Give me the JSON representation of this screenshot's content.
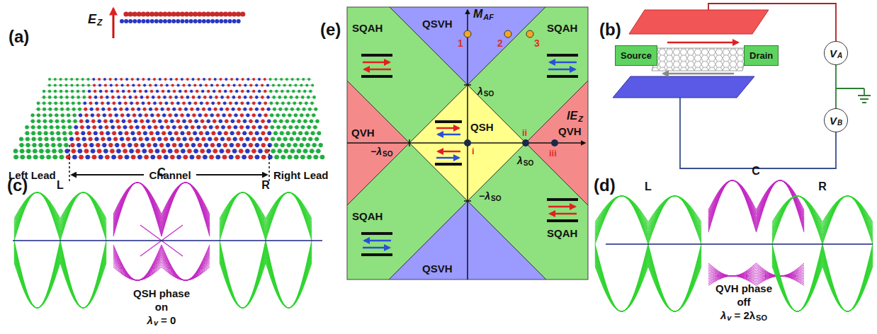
{
  "diagram": {
    "nodes": [
      {
        "text": [
          "Source"
        ]
      },
      {
        "text": [
          "Drain"
        ]
      },
      {
        "text": [
          "V",
          "A"
        ]
      },
      {
        "text": [
          "V",
          "B"
        ]
      }
    ],
    "edges": [
      {
        "from": 2,
        "to": 3,
        "arrow": "none"
      }
    ],
    "labels": [
      "(a)",
      "E",
      "Z",
      "Left Lead",
      "Channel",
      "Right Lead",
      "(b)",
      "(c)",
      "L",
      "C",
      "R",
      "QSH phase",
      "on",
      "λ",
      "v",
      "= 0",
      "(e)",
      "M",
      "AF",
      "lE",
      "Z",
      "SQAH",
      "SQAH",
      "SQAH",
      "SQAH",
      "QSVH",
      "QSVH",
      "QVH",
      "QVH",
      "QSH",
      "λ",
      "SO",
      "λ",
      "SO",
      "−λ",
      "SO",
      "−λ",
      "SO",
      "1",
      "2",
      "3",
      "i",
      "ii",
      "iii",
      "(d)",
      "L",
      "C",
      "R",
      "QVH phase",
      "off",
      "λ",
      "v",
      "= 2λ",
      "SO"
    ]
  }
}
